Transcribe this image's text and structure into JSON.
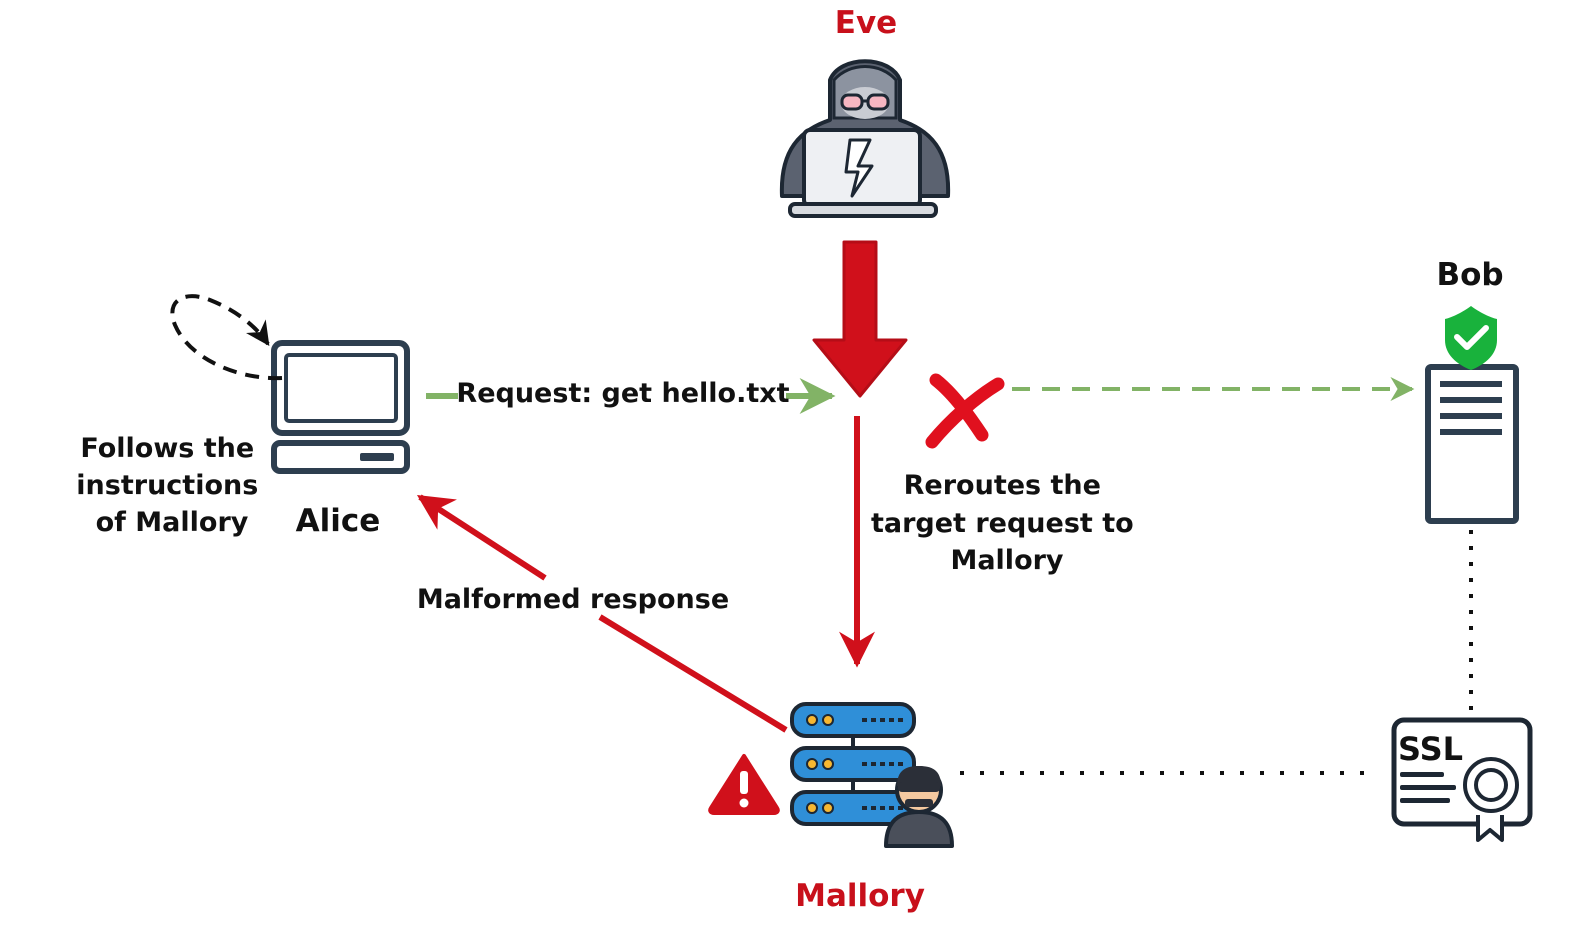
{
  "actors": {
    "eve": {
      "name": "Eve"
    },
    "bob": {
      "name": "Bob"
    },
    "alice": {
      "name": "Alice"
    },
    "mallory": {
      "name": "Mallory"
    }
  },
  "labels": {
    "request": "Request: get hello.txt",
    "alice_note": [
      "Follows the",
      "instructions",
      "of Mallory"
    ],
    "reroute_note": [
      "Reroutes the",
      "target request to",
      "Mallory"
    ],
    "malformed": "Malformed response",
    "ssl": "SSL"
  },
  "colors": {
    "attack_red": "#d0101b",
    "name_red": "#c8101b",
    "request_green": "#82b366",
    "outline_dark": "#2d3e4f",
    "server_blue": "#2f8fd8",
    "shield_green": "#19b23c"
  },
  "icons": {
    "eve": "hooded-hacker-laptop-icon",
    "alice": "desktop-computer-icon",
    "bob": "server-tower-icon",
    "shield": "shield-check-icon",
    "mallory": "server-stack-with-hacker-icon",
    "warning": "warning-triangle-icon",
    "blocked": "red-x-icon",
    "certificate": "ssl-certificate-icon"
  }
}
